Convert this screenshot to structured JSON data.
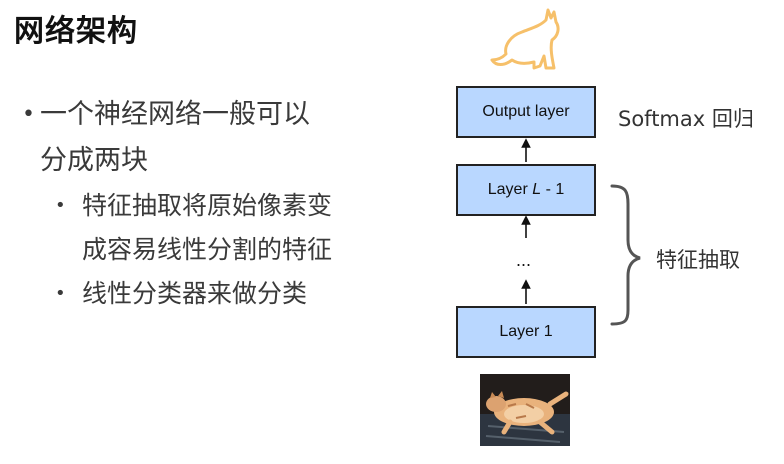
{
  "title": "网络架构",
  "bullets": [
    {
      "text_line1": "一个神经网络一般可以",
      "text_line2": "分成两块",
      "sub": [
        {
          "line1": "特征抽取将原始像素变",
          "line2": "成容易线性分割的特征"
        },
        {
          "line1": "线性分类器来做分类",
          "line2": ""
        }
      ]
    }
  ],
  "diagram": {
    "boxes": {
      "output": "Output layer",
      "layer_l_prefix": "Layer ",
      "layer_l_var": "L",
      "layer_l_suffix": " - 1",
      "layer_1": "Layer 1"
    },
    "ellipsis": "...",
    "softmax_label": "Softmax 回归",
    "feature_label": "特征抽取",
    "box_fill": "#b9d7ff",
    "cat_color": "#f6c06a"
  }
}
